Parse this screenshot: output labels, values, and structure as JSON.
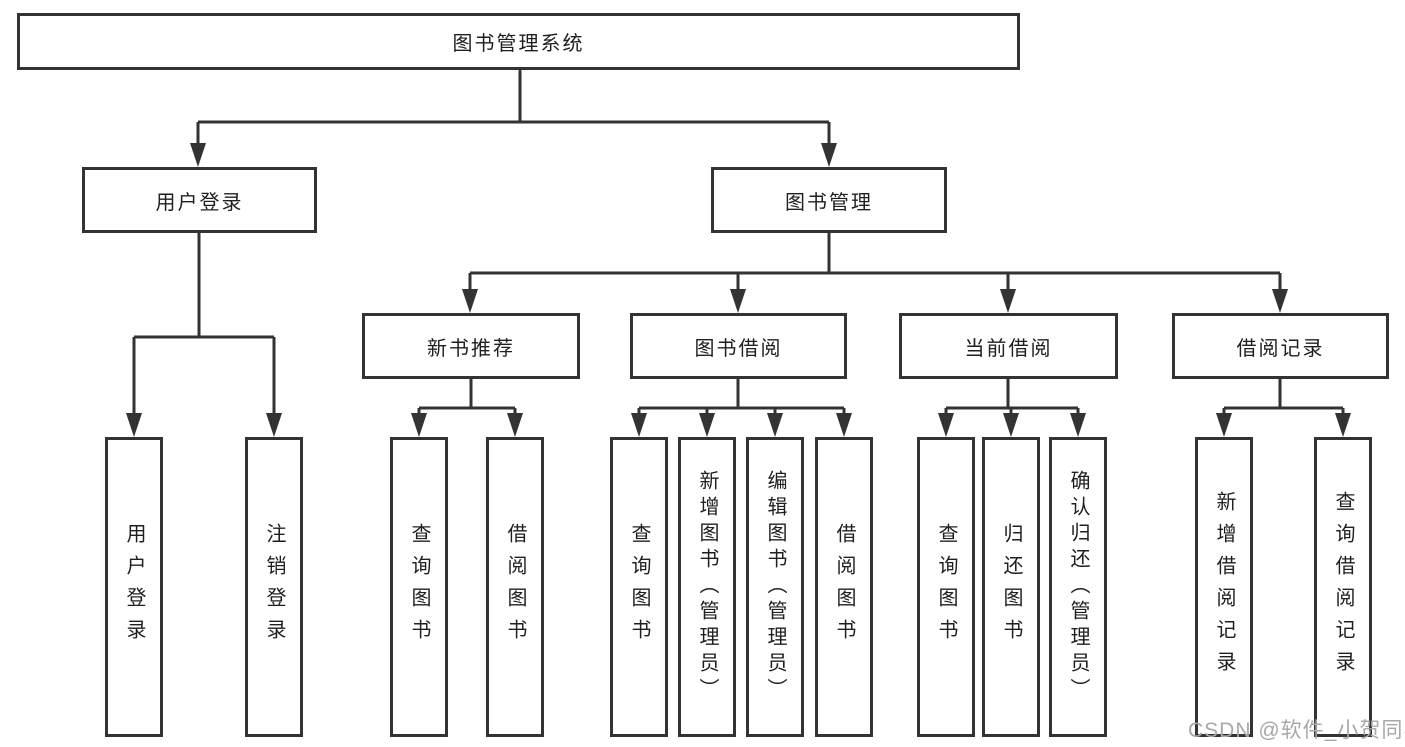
{
  "tree": {
    "label": "图书管理系统",
    "children": [
      {
        "label": "用户登录",
        "children": [
          {
            "label": "用户登录"
          },
          {
            "label": "注销登录"
          }
        ]
      },
      {
        "label": "图书管理",
        "children": [
          {
            "label": "新书推荐",
            "children": [
              {
                "label": "查询图书"
              },
              {
                "label": "借阅图书"
              }
            ]
          },
          {
            "label": "图书借阅",
            "children": [
              {
                "label": "查询图书"
              },
              {
                "label": "新增图书（管理员）"
              },
              {
                "label": "编辑图书（管理员）"
              },
              {
                "label": "借阅图书"
              }
            ]
          },
          {
            "label": "当前借阅",
            "children": [
              {
                "label": "查询图书"
              },
              {
                "label": "归还图书"
              },
              {
                "label": "确认归还（管理员）"
              }
            ]
          },
          {
            "label": "借阅记录",
            "children": [
              {
                "label": "新增借阅记录"
              },
              {
                "label": "查询借阅记录"
              }
            ]
          }
        ]
      }
    ]
  },
  "watermark": "CSDN @软件_小贺同学",
  "colors": {
    "line": "#333333",
    "box_border": "#333333",
    "text": "#1f1f1f",
    "watermark": "#a8a8a8",
    "background": "#ffffff"
  }
}
